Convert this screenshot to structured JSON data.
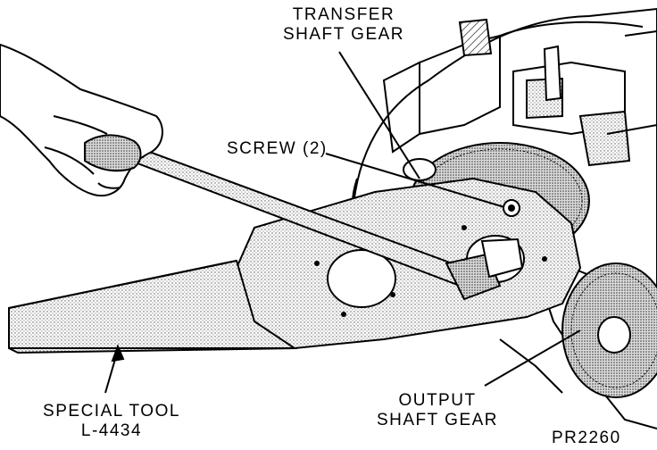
{
  "labels": {
    "transfer_gear": [
      "TRANSFER",
      "SHAFT GEAR"
    ],
    "screw": "SCREW (2)",
    "special_tool": [
      "SPECIAL TOOL",
      "L-4434"
    ],
    "output_gear": [
      "OUTPUT",
      "SHAFT GEAR"
    ],
    "figure_id": "PR2260"
  },
  "colors": {
    "ink": "#000000",
    "paper": "#ffffff",
    "tone": "#c8c8c8"
  },
  "icons": {
    "hand": "hand-icon",
    "wrench": "wrench-icon",
    "special_tool": "spanner-tool-icon",
    "gear": "gear-icon"
  }
}
